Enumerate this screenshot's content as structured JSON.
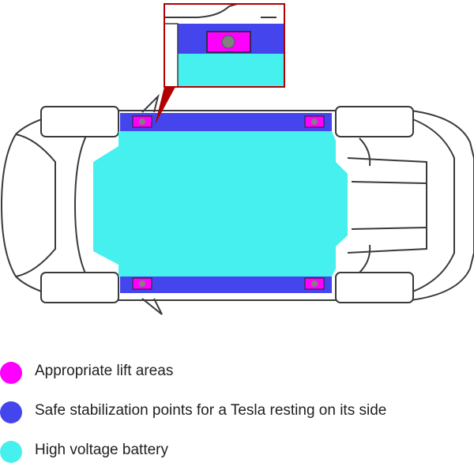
{
  "colors": {
    "lift_area": "#ff00ff",
    "stabilization_point": "#4545ee",
    "battery": "#46f0ee",
    "outline": "#3a3a3a",
    "zoom_frame": "#b00000"
  },
  "legend": [
    {
      "label": "Appropriate lift areas",
      "color": "#ff00ff"
    },
    {
      "label": "Safe stabilization points for a Tesla resting on its side",
      "color": "#4545ee"
    },
    {
      "label": "High voltage battery",
      "color": "#46f0ee"
    }
  ]
}
